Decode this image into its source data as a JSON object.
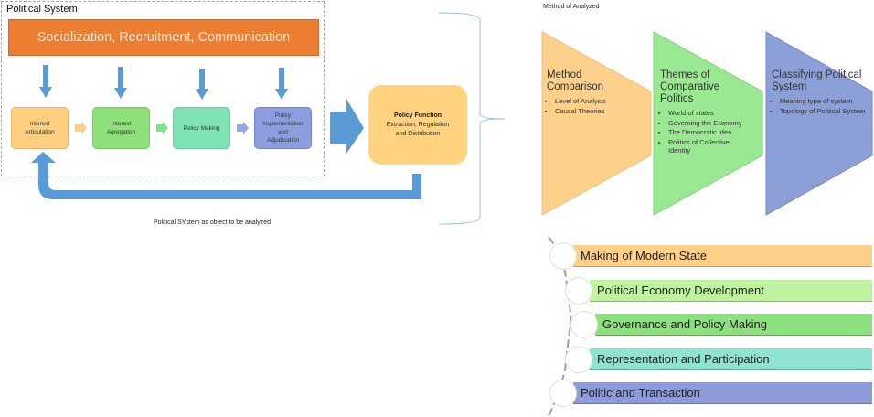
{
  "political_system": {
    "frame_title": "Political System",
    "top_bar": "Socialization, Recruitment, Communication",
    "stages": [
      {
        "lines": [
          "Interest",
          "Articulation"
        ]
      },
      {
        "lines": [
          "Interest",
          "Agregation"
        ]
      },
      {
        "lines": [
          "Policy Making"
        ]
      },
      {
        "lines": [
          "Policy",
          "Implementation",
          "and",
          "Adjudication"
        ]
      }
    ],
    "policy_function": {
      "title": "Policy Function",
      "lines": [
        "Extraction, Regulation",
        "and Distribution"
      ]
    },
    "caption": "Political SYstem as object to be analyzed"
  },
  "method": {
    "title": "Method of Analyzed",
    "columns": [
      {
        "title_lines": [
          "Method",
          "Comparison"
        ],
        "bullets": [
          "Level of Analysis",
          "Causal Theories"
        ],
        "color": "#fdd18b"
      },
      {
        "title_lines": [
          "Themes of",
          "Comparative",
          "Politics"
        ],
        "bullets": [
          "World of states",
          "Governing the Economy",
          "The Democratic idea",
          "Politics of Collective Identity"
        ],
        "color": "#9be893"
      },
      {
        "title_lines": [
          "Classifying Political",
          "System"
        ],
        "bullets": [
          "Meaning type of system",
          "Topology of Political System"
        ],
        "color": "#8c9fd6"
      }
    ]
  },
  "topics": [
    {
      "label": "Making of Modern State",
      "color": "#fcd08a"
    },
    {
      "label": "Political Economy Development",
      "color": "#bff3a0"
    },
    {
      "label": "Governance and Policy Making",
      "color": "#8de07e"
    },
    {
      "label": "Representation and Participation",
      "color": "#8fe3d3"
    },
    {
      "label": "Politic and Transaction",
      "color": "#8d9cd8"
    }
  ],
  "colors": {
    "arrow_blue": "#5b9bd5",
    "top_bar_orange": "#ed7d31",
    "policy_function_fill": "#ffd37f"
  }
}
